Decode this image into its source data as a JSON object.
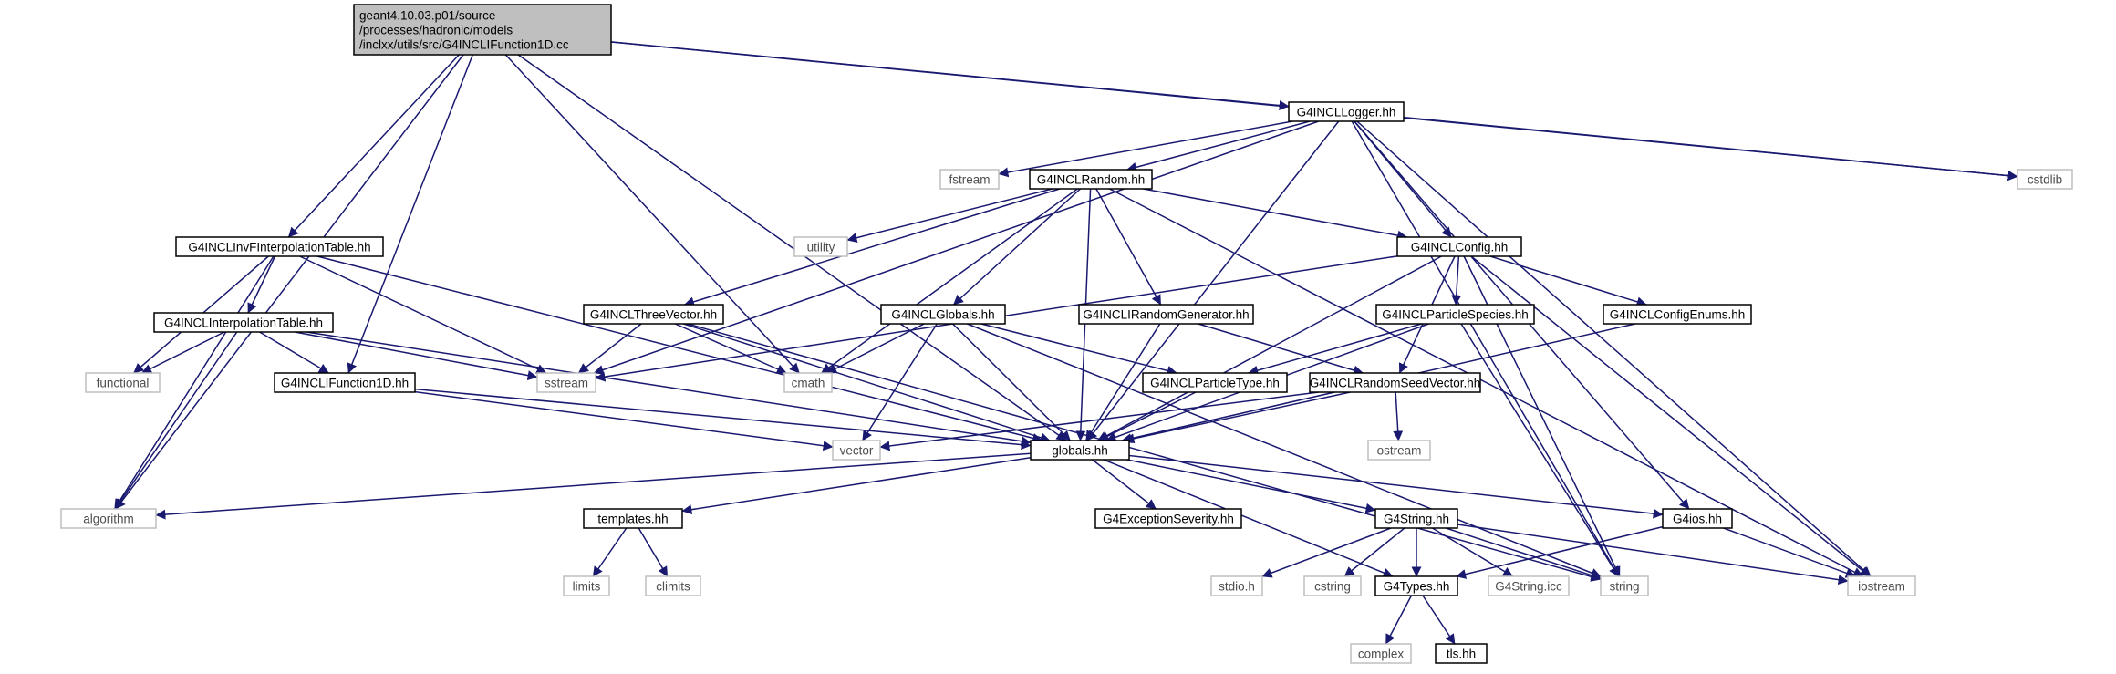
{
  "colors": {
    "edge": "#191970",
    "node_border": "#000000",
    "system_border": "#bfbfbf",
    "root_fill": "#bfbfbf",
    "node_fill": "#ffffff",
    "text": "#000000",
    "system_text": "#4d4d4d"
  },
  "nodes": [
    {
      "id": "root",
      "lines": [
        "geant4.10.03.p01/source",
        "/processes/hadronic/models",
        "/inclxx/utils/src/G4INCLIFunction1D.cc"
      ],
      "kind": "root"
    },
    {
      "id": "logger",
      "lines": [
        "G4INCLLogger.hh"
      ],
      "kind": "header"
    },
    {
      "id": "cstdlib",
      "lines": [
        "cstdlib"
      ],
      "kind": "system"
    },
    {
      "id": "fstream",
      "lines": [
        "fstream"
      ],
      "kind": "system"
    },
    {
      "id": "random",
      "lines": [
        "G4INCLRandom.hh"
      ],
      "kind": "header"
    },
    {
      "id": "utility",
      "lines": [
        "utility"
      ],
      "kind": "system"
    },
    {
      "id": "invf",
      "lines": [
        "G4INCLInvFInterpolationTable.hh"
      ],
      "kind": "header"
    },
    {
      "id": "config",
      "lines": [
        "G4INCLConfig.hh"
      ],
      "kind": "header"
    },
    {
      "id": "interp",
      "lines": [
        "G4INCLInterpolationTable.hh"
      ],
      "kind": "header"
    },
    {
      "id": "threevec",
      "lines": [
        "G4INCLThreeVector.hh"
      ],
      "kind": "header"
    },
    {
      "id": "inclglobals",
      "lines": [
        "G4INCLGlobals.hh"
      ],
      "kind": "header"
    },
    {
      "id": "randgen",
      "lines": [
        "G4INCLIRandomGenerator.hh"
      ],
      "kind": "header"
    },
    {
      "id": "partspecies",
      "lines": [
        "G4INCLParticleSpecies.hh"
      ],
      "kind": "header"
    },
    {
      "id": "configenums",
      "lines": [
        "G4INCLConfigEnums.hh"
      ],
      "kind": "header"
    },
    {
      "id": "functional",
      "lines": [
        "functional"
      ],
      "kind": "system"
    },
    {
      "id": "sstream",
      "lines": [
        "sstream"
      ],
      "kind": "system"
    },
    {
      "id": "cmath",
      "lines": [
        "cmath"
      ],
      "kind": "system"
    },
    {
      "id": "ifunc",
      "lines": [
        "G4INCLIFunction1D.hh"
      ],
      "kind": "header"
    },
    {
      "id": "parttype",
      "lines": [
        "G4INCLParticleType.hh"
      ],
      "kind": "header"
    },
    {
      "id": "seedvec",
      "lines": [
        "G4INCLRandomSeedVector.hh"
      ],
      "kind": "header"
    },
    {
      "id": "vector",
      "lines": [
        "vector"
      ],
      "kind": "system"
    },
    {
      "id": "globals",
      "lines": [
        "globals.hh"
      ],
      "kind": "header"
    },
    {
      "id": "ostream",
      "lines": [
        "ostream"
      ],
      "kind": "system"
    },
    {
      "id": "algorithm",
      "lines": [
        "algorithm"
      ],
      "kind": "system"
    },
    {
      "id": "templates",
      "lines": [
        "templates.hh"
      ],
      "kind": "header"
    },
    {
      "id": "exceptsev",
      "lines": [
        "G4ExceptionSeverity.hh"
      ],
      "kind": "header"
    },
    {
      "id": "g4string",
      "lines": [
        "G4String.hh"
      ],
      "kind": "header"
    },
    {
      "id": "g4ios",
      "lines": [
        "G4ios.hh"
      ],
      "kind": "header"
    },
    {
      "id": "limits",
      "lines": [
        "limits"
      ],
      "kind": "system"
    },
    {
      "id": "climits",
      "lines": [
        "climits"
      ],
      "kind": "system"
    },
    {
      "id": "stdio",
      "lines": [
        "stdio.h"
      ],
      "kind": "system"
    },
    {
      "id": "cstring",
      "lines": [
        "cstring"
      ],
      "kind": "system"
    },
    {
      "id": "g4types",
      "lines": [
        "G4Types.hh"
      ],
      "kind": "header"
    },
    {
      "id": "g4stringicc",
      "lines": [
        "G4String.icc"
      ],
      "kind": "system"
    },
    {
      "id": "string",
      "lines": [
        "string"
      ],
      "kind": "system"
    },
    {
      "id": "iostream",
      "lines": [
        "iostream"
      ],
      "kind": "system"
    },
    {
      "id": "complex",
      "lines": [
        "complex"
      ],
      "kind": "system"
    },
    {
      "id": "tls",
      "lines": [
        "tls.hh"
      ],
      "kind": "header"
    }
  ],
  "edges": [
    [
      "root",
      "algorithm"
    ],
    [
      "root",
      "invf"
    ],
    [
      "root",
      "ifunc"
    ],
    [
      "root",
      "globals"
    ],
    [
      "root",
      "cmath"
    ],
    [
      "root",
      "logger"
    ],
    [
      "root",
      "cstdlib"
    ],
    [
      "logger",
      "fstream"
    ],
    [
      "logger",
      "random"
    ],
    [
      "logger",
      "sstream"
    ],
    [
      "logger",
      "globals"
    ],
    [
      "logger",
      "config"
    ],
    [
      "logger",
      "g4ios"
    ],
    [
      "logger",
      "string"
    ],
    [
      "logger",
      "iostream"
    ],
    [
      "logger",
      "cstdlib"
    ],
    [
      "random",
      "utility"
    ],
    [
      "random",
      "threevec"
    ],
    [
      "random",
      "cmath"
    ],
    [
      "random",
      "inclglobals"
    ],
    [
      "random",
      "globals"
    ],
    [
      "random",
      "randgen"
    ],
    [
      "random",
      "config"
    ],
    [
      "random",
      "iostream"
    ],
    [
      "invf",
      "interp"
    ],
    [
      "invf",
      "functional"
    ],
    [
      "invf",
      "algorithm"
    ],
    [
      "invf",
      "sstream"
    ],
    [
      "invf",
      "globals"
    ],
    [
      "interp",
      "functional"
    ],
    [
      "interp",
      "algorithm"
    ],
    [
      "interp",
      "ifunc"
    ],
    [
      "interp",
      "sstream"
    ],
    [
      "interp",
      "globals"
    ],
    [
      "ifunc",
      "vector"
    ],
    [
      "ifunc",
      "globals"
    ],
    [
      "threevec",
      "sstream"
    ],
    [
      "threevec",
      "cmath"
    ],
    [
      "threevec",
      "globals"
    ],
    [
      "threevec",
      "string"
    ],
    [
      "inclglobals",
      "cmath"
    ],
    [
      "inclglobals",
      "vector"
    ],
    [
      "inclglobals",
      "globals"
    ],
    [
      "inclglobals",
      "parttype"
    ],
    [
      "inclglobals",
      "string"
    ],
    [
      "randgen",
      "globals"
    ],
    [
      "randgen",
      "seedvec"
    ],
    [
      "config",
      "sstream"
    ],
    [
      "config",
      "partspecies"
    ],
    [
      "config",
      "configenums"
    ],
    [
      "config",
      "seedvec"
    ],
    [
      "config",
      "globals"
    ],
    [
      "config",
      "string"
    ],
    [
      "config",
      "iostream"
    ],
    [
      "partspecies",
      "parttype"
    ],
    [
      "partspecies",
      "globals"
    ],
    [
      "partspecies",
      "string"
    ],
    [
      "configenums",
      "globals"
    ],
    [
      "parttype",
      "globals"
    ],
    [
      "seedvec",
      "vector"
    ],
    [
      "seedvec",
      "ostream"
    ],
    [
      "seedvec",
      "globals"
    ],
    [
      "globals",
      "algorithm"
    ],
    [
      "globals",
      "templates"
    ],
    [
      "globals",
      "exceptsev"
    ],
    [
      "globals",
      "g4string"
    ],
    [
      "globals",
      "g4ios"
    ],
    [
      "globals",
      "g4types"
    ],
    [
      "templates",
      "limits"
    ],
    [
      "templates",
      "climits"
    ],
    [
      "g4string",
      "stdio"
    ],
    [
      "g4string",
      "cstring"
    ],
    [
      "g4string",
      "g4types"
    ],
    [
      "g4string",
      "g4stringicc"
    ],
    [
      "g4string",
      "string"
    ],
    [
      "g4string",
      "iostream"
    ],
    [
      "g4ios",
      "g4types"
    ],
    [
      "g4ios",
      "iostream"
    ],
    [
      "g4types",
      "complex"
    ],
    [
      "g4types",
      "tls"
    ]
  ]
}
